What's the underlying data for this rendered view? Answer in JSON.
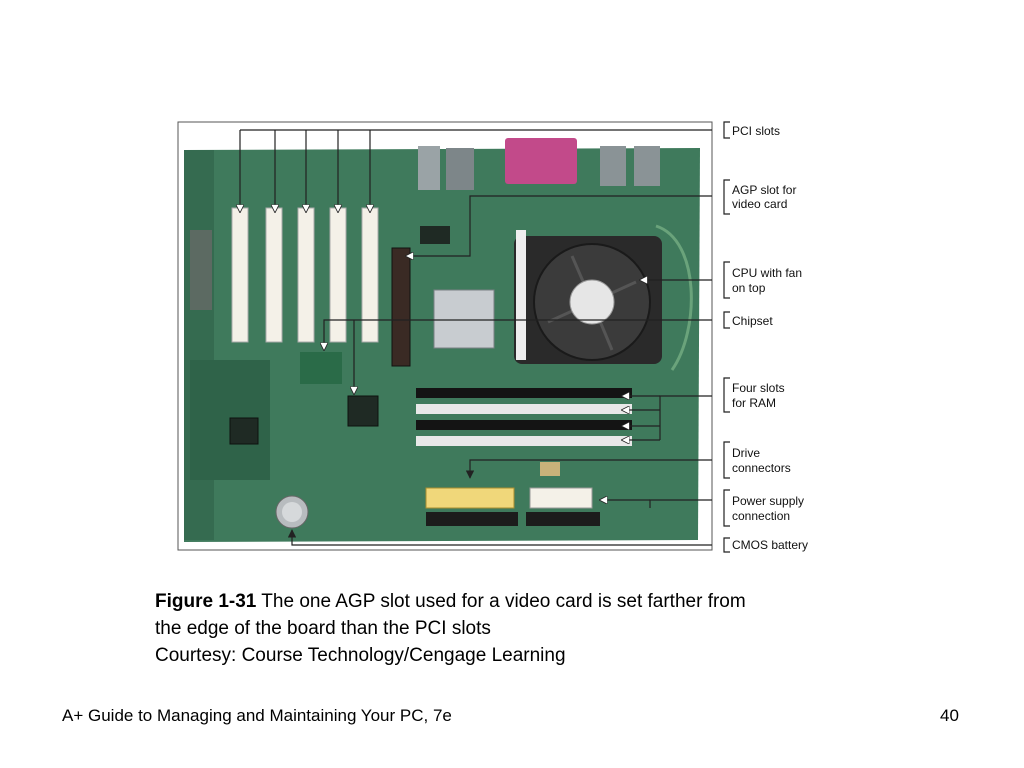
{
  "labels": {
    "pci_slots": "PCI slots",
    "agp_line1": "AGP slot for",
    "agp_line2": "video card",
    "cpu_line1": "CPU with fan",
    "cpu_line2": "on top",
    "chipset": "Chipset",
    "ram_line1": "Four slots",
    "ram_line2": "for RAM",
    "drive_line1": "Drive",
    "drive_line2": "connectors",
    "power_line1": "Power supply",
    "power_line2": "connection",
    "cmos": "CMOS battery"
  },
  "caption": {
    "figure_number": "Figure 1-31",
    "text_line1": " The one AGP slot used for a video card is set farther from",
    "text_line2": "the edge of the board than the PCI slots",
    "courtesy": "Courtesy: Course Technology/Cengage Learning"
  },
  "footer": {
    "book_title": "A+ Guide to Managing and Maintaining Your PC, 7e",
    "page_number": "40"
  },
  "colors": {
    "board": "#3f7a5c",
    "slot": "#f4f1e8",
    "parallel_port": "#c24a8a",
    "callout": "#222222"
  }
}
